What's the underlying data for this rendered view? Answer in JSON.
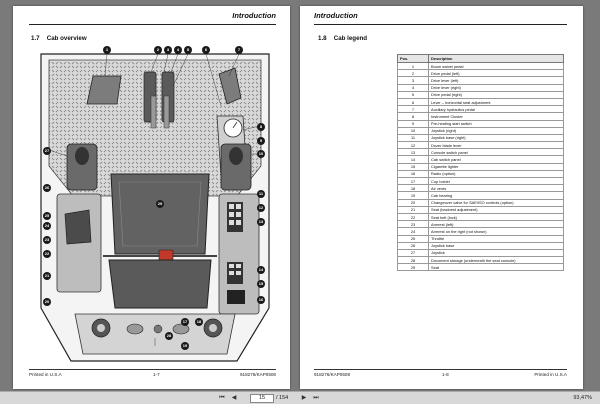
{
  "left_page": {
    "header": "Introduction",
    "section_number": "1.7",
    "section_title": "Cab overview",
    "footer_left": "Printed in U.S.A",
    "footer_center": "1-7",
    "footer_right": "918276/KAP0508",
    "callouts": [
      "1",
      "2",
      "3",
      "4",
      "5",
      "6",
      "7",
      "8",
      "9",
      "10",
      "11",
      "12",
      "13",
      "14",
      "15",
      "16",
      "17",
      "18",
      "19",
      "20",
      "21",
      "22",
      "23",
      "24",
      "25",
      "26",
      "27",
      "28",
      "29"
    ]
  },
  "right_page": {
    "header": "Introduction",
    "section_number": "1.8",
    "section_title": "Cab legend",
    "table_header_pos": "Pos.",
    "table_header_desc": "Description",
    "legend": [
      {
        "pos": "1",
        "desc": "Boom swivel pedal"
      },
      {
        "pos": "2",
        "desc": "Drive pedal (left)"
      },
      {
        "pos": "3",
        "desc": "Drive lever (left)"
      },
      {
        "pos": "4",
        "desc": "Drive lever (right)"
      },
      {
        "pos": "5",
        "desc": "Drive pedal (right)"
      },
      {
        "pos": "6",
        "desc": "Lever – horizontal seat adjustment"
      },
      {
        "pos": "7",
        "desc": "Auxiliary hydraulics pedal"
      },
      {
        "pos": "8",
        "desc": "Instrument Cluster"
      },
      {
        "pos": "9",
        "desc": "Pre-heating start switch"
      },
      {
        "pos": "10",
        "desc": "Joystick (right)"
      },
      {
        "pos": "11",
        "desc": "Joystick base (right)"
      },
      {
        "pos": "12",
        "desc": "Dozer blade lever"
      },
      {
        "pos": "13",
        "desc": "Console switch panel"
      },
      {
        "pos": "14",
        "desc": "Cab switch panel"
      },
      {
        "pos": "15",
        "desc": "Cigarette lighter"
      },
      {
        "pos": "16",
        "desc": "Radio (option)"
      },
      {
        "pos": "17",
        "desc": "Cup holder"
      },
      {
        "pos": "18",
        "desc": "Air vents"
      },
      {
        "pos": "19",
        "desc": "Cab bearing"
      },
      {
        "pos": "20",
        "desc": "Changeover valve for SAE/ISO controls (option)"
      },
      {
        "pos": "21",
        "desc": "Seat (backrest adjustment)"
      },
      {
        "pos": "22",
        "desc": "Seat belt (lock)"
      },
      {
        "pos": "23",
        "desc": "Armrest (left)"
      },
      {
        "pos": "24",
        "desc": "Armrest on the right (not shown)"
      },
      {
        "pos": "25",
        "desc": "Throttle"
      },
      {
        "pos": "26",
        "desc": "Joystick base"
      },
      {
        "pos": "27",
        "desc": "Joystick"
      },
      {
        "pos": "28",
        "desc": "Document storage (underneath the seat console)"
      },
      {
        "pos": "29",
        "desc": "Seat"
      }
    ],
    "footer_left": "918276/KAP0508",
    "footer_center": "1-8",
    "footer_right": "Printed in U.S.A"
  },
  "toolbar": {
    "page_current": "15",
    "page_total": "/ 154",
    "zoom": "93,47%",
    "first_icon": "first-page-icon",
    "prev_icon": "prev-page-icon",
    "next_icon": "next-page-icon",
    "last_icon": "last-page-icon"
  },
  "colors": {
    "viewer_bg": "#7a7a7a",
    "toolbar_bg": "#d8d8d8",
    "ink": "#1a1a1a"
  }
}
